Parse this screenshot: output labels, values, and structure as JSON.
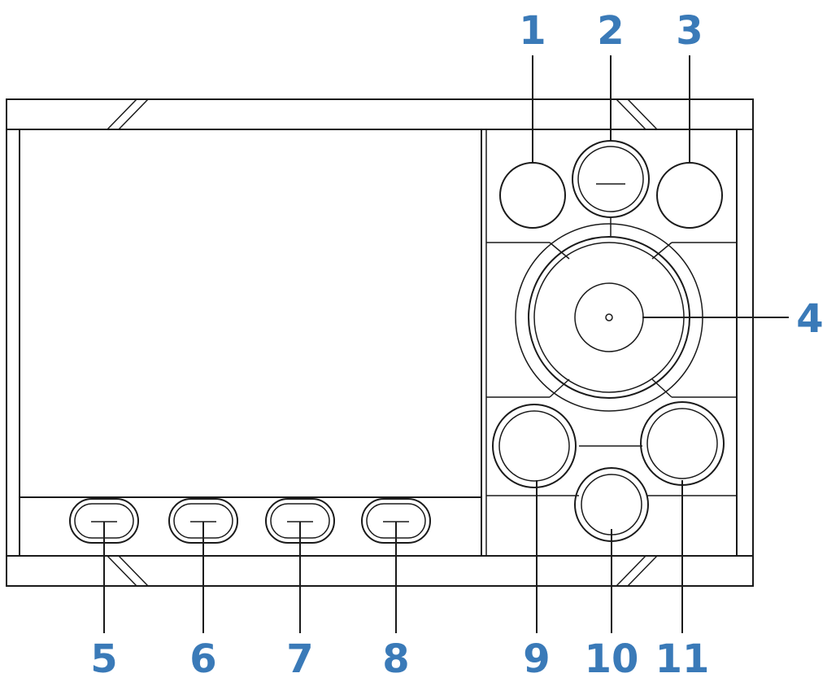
{
  "callouts": {
    "c1": "1",
    "c2": "2",
    "c3": "3",
    "c4": "4",
    "c5": "5",
    "c6": "6",
    "c7": "7",
    "c8": "8",
    "c9": "9",
    "c10": "10",
    "c11": "11"
  },
  "colors": {
    "callout": "#3a7ab8",
    "line": "#1a1a1a",
    "background": "#ffffff"
  }
}
